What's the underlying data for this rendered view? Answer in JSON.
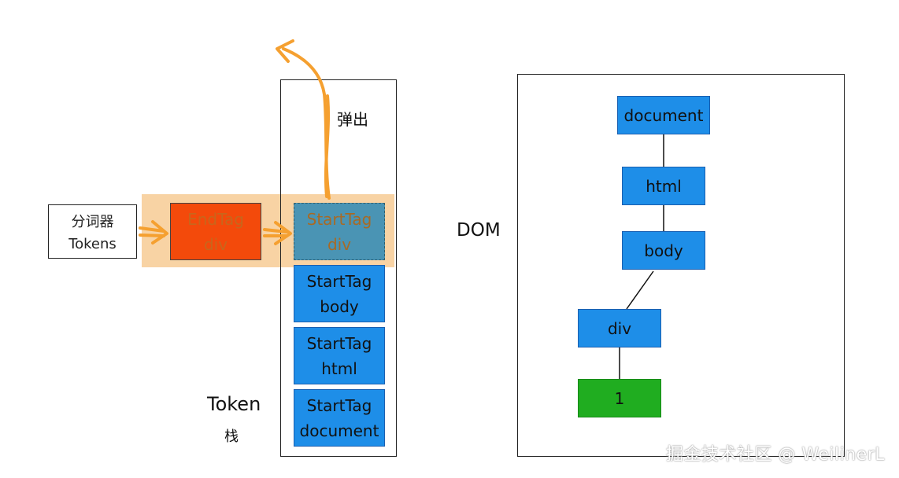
{
  "tokenizer": {
    "line1": "分词器",
    "line2": "Tokens"
  },
  "incoming_token": {
    "line1": "EndTag",
    "line2": "div"
  },
  "stack": {
    "pop_label": "弹出",
    "caption_line1": "Token",
    "caption_line2": "栈",
    "items": [
      {
        "line1": "StartTag",
        "line2": "div"
      },
      {
        "line1": "StartTag",
        "line2": "body"
      },
      {
        "line1": "StartTag",
        "line2": "html"
      },
      {
        "line1": "StartTag",
        "line2": "document"
      }
    ]
  },
  "dom": {
    "label": "DOM",
    "nodes": [
      "document",
      "html",
      "body",
      "div",
      "1"
    ]
  },
  "colors": {
    "node_blue": "#1e8ee8",
    "end_tag_red": "#f34a0b",
    "text_node_green": "#20ad20",
    "arrow_orange": "#f5a030",
    "highlight": "#f8d3a4"
  },
  "watermark": "掘金技术社区 @ WeilinerL"
}
